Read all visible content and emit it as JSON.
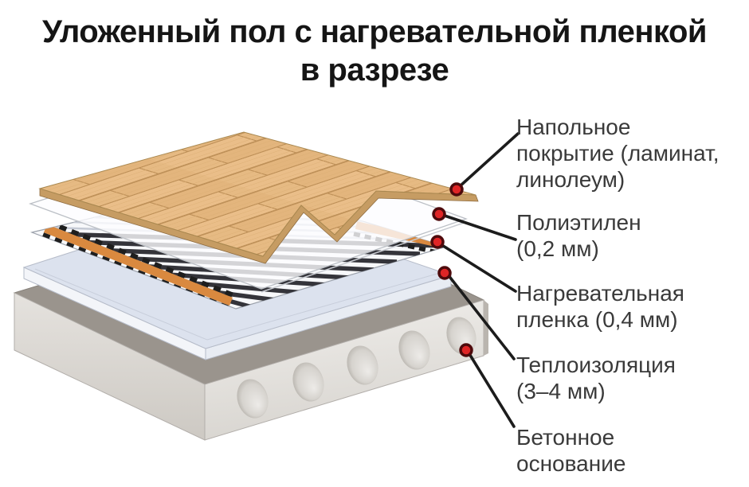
{
  "title": {
    "line1": "Уложенный пол с нагревательной пленкой",
    "line2": "в разрезе"
  },
  "diagram": {
    "marker_color": "#df2526",
    "marker_ring_color": "#4e0a0c",
    "busbar_color": "#d9893f",
    "wood_color": "#e6ba83",
    "labels": [
      {
        "id": "floor-covering",
        "lines": [
          "Напольное",
          "покрытие (ламинат,",
          "линолеум)"
        ]
      },
      {
        "id": "polyethylene",
        "lines": [
          "Полиэтилен",
          "(0,2 мм)"
        ]
      },
      {
        "id": "heating-film",
        "lines": [
          "Нагревательная",
          "пленка (0,4 мм)"
        ]
      },
      {
        "id": "insulation",
        "lines": [
          "Теплоизоляция",
          "(3–4 мм)"
        ]
      },
      {
        "id": "concrete-base",
        "lines": [
          "Бетонное",
          "основание"
        ]
      }
    ]
  }
}
